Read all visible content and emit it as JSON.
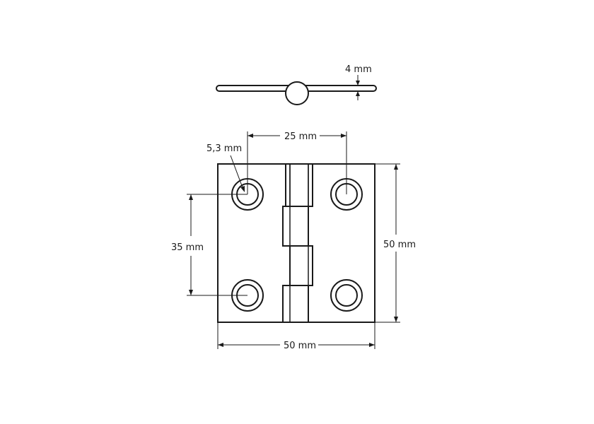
{
  "labels": {
    "thickness": "4 mm",
    "hole_spacing_horizontal": "25 mm",
    "hole_diameter": "5,3 mm",
    "hole_spacing_vertical": "35 mm",
    "overall_height": "50 mm",
    "overall_width": "50 mm"
  }
}
